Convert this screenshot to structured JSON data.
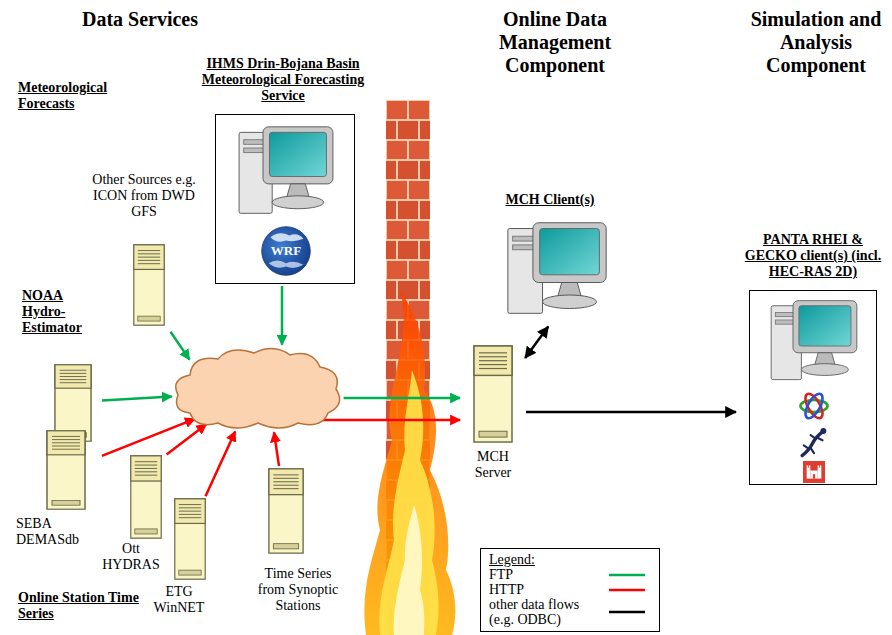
{
  "diagram": {
    "nodes": [
      {
        "text": [
          "Other Sources e.g. ICON from DWD GFS"
        ]
      },
      {
        "text": [
          "IHMS Drin-Bojana Basin Meteorological Forecasting Service"
        ]
      },
      {
        "text": [
          "NOAA Hydro-Estimator"
        ]
      },
      {
        "text": [
          "SEBA DEMASdb"
        ]
      },
      {
        "text": [
          "Ott HYDRAS"
        ]
      },
      {
        "text": [
          "ETG WinNET"
        ]
      },
      {
        "text": [
          "Time Series from Synoptic Stations"
        ]
      },
      {
        "text": []
      },
      {
        "text": [
          "MCH Client(s)"
        ]
      },
      {
        "text": [
          "MCH Server"
        ]
      },
      {
        "text": [
          "PANTA RHEI & GECKO client(s) (incl. HEC-RAS 2D)"
        ]
      }
    ],
    "edges": [
      {
        "from": 0,
        "to": 7,
        "arrow": "to"
      },
      {
        "from": 1,
        "to": 7,
        "arrow": "to"
      },
      {
        "from": 2,
        "to": 7,
        "arrow": "to"
      },
      {
        "from": 3,
        "to": 7,
        "arrow": "to"
      },
      {
        "from": 4,
        "to": 7,
        "arrow": "to"
      },
      {
        "from": 5,
        "to": 7,
        "arrow": "to"
      },
      {
        "from": 6,
        "to": 7,
        "arrow": "to"
      },
      {
        "from": 7,
        "to": 9,
        "arrow": "to"
      },
      {
        "from": 7,
        "to": 9,
        "arrow": "to"
      },
      {
        "from": 8,
        "to": 9,
        "arrow": "both"
      },
      {
        "from": 9,
        "to": 10,
        "arrow": "to"
      }
    ],
    "labels": [
      "Data Services",
      "Meteorological Forecasts",
      "Online Station Time Series",
      "WRF",
      "Online Data Management Component",
      "Simulation and Analysis Component",
      "Legend:"
    ],
    "legend": [
      {
        "text": "FTP"
      },
      {
        "text": "HTTP"
      },
      {
        "text": "other data flows (e.g. ODBC)"
      }
    ]
  }
}
